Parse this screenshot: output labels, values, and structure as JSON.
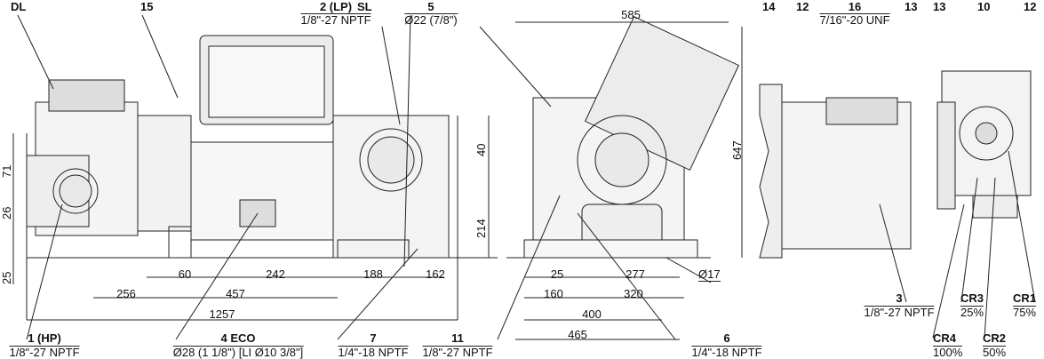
{
  "callouts_top": {
    "dl": "DL",
    "c15": "15",
    "c2": "2 (LP)",
    "c2_spec": "1/8\"-27 NPTF",
    "sl": "SL",
    "c5": "5",
    "c5_spec": "Ø22 (7/8\")",
    "c14": "14",
    "c12a": "12",
    "c16": "16",
    "c16_spec": "7/16\"-20 UNF",
    "c13a": "13",
    "c13b": "13",
    "c10": "10",
    "c12b": "12"
  },
  "callouts_bottom": {
    "c1": "1 (HP)",
    "c1_spec": "1/8\"-27 NPTF",
    "c4": "4 ECO",
    "c4_spec": "Ø28 (1 1/8\")   [LI Ø10 3/8\"]",
    "c7": "7",
    "c7_spec": "1/4\"-18 NPTF",
    "c11": "11",
    "c11_spec": "1/8\"-27 NPTF",
    "c6": "6",
    "c6_spec": "1/4\"-18 NPTF",
    "c3": "3",
    "c3_spec": "1/8\"-27 NPTF",
    "cr3": "CR3",
    "cr3_val": "25%",
    "cr1": "CR1",
    "cr1_val": "75%",
    "cr4": "CR4",
    "cr4_val": "100%",
    "cr2": "CR2",
    "cr2_val": "50%"
  },
  "dimensions": {
    "d71": "71",
    "d26": "26",
    "d25v": "25",
    "d40": "40",
    "d214": "214",
    "d60": "60",
    "d242": "242",
    "d188": "188",
    "d162": "162",
    "d256": "256",
    "d457": "457",
    "d1257": "1257",
    "d585": "585",
    "d647": "647",
    "d25": "25",
    "d277": "277",
    "d17": "Ø17",
    "d160": "160",
    "d320": "320",
    "d400": "400",
    "d465": "465"
  }
}
